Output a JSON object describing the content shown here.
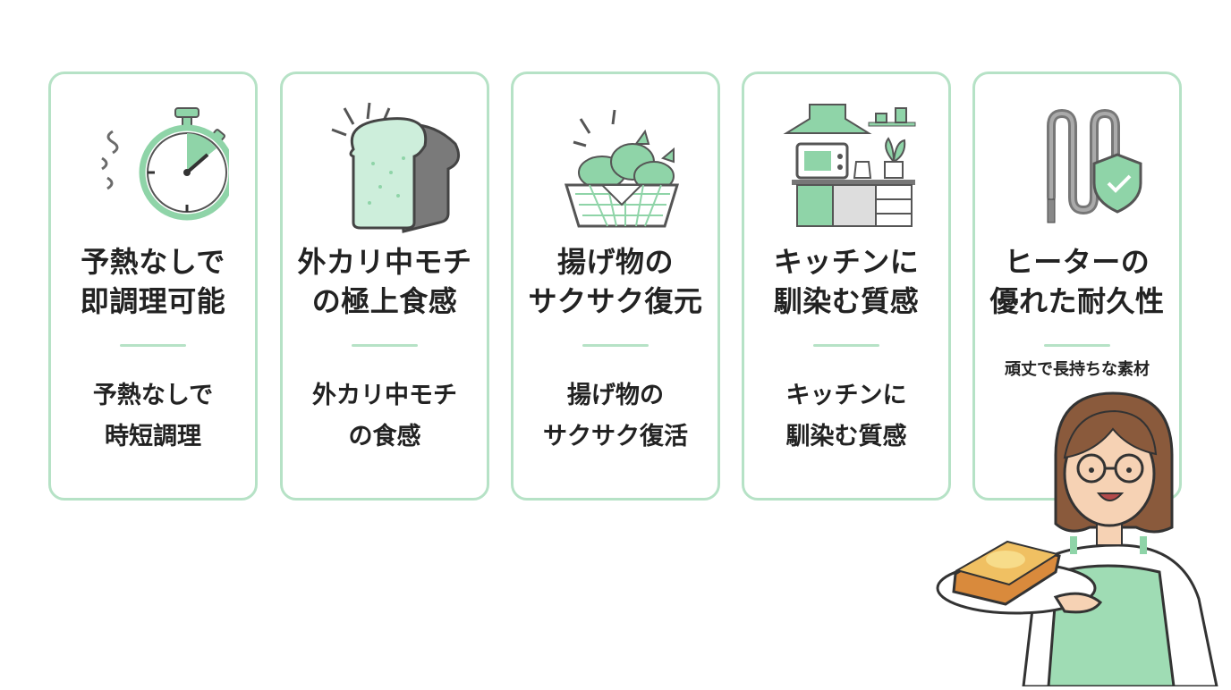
{
  "colors": {
    "accent": "#b6e2c6",
    "icon_green": "#8fd4a8",
    "icon_gray": "#6b6b6b",
    "text": "#222222"
  },
  "cards": [
    {
      "icon": "stopwatch-icon",
      "title": [
        "予熱なしで",
        "即調理可能"
      ],
      "desc": [
        "予熱なしで",
        "時短調理"
      ]
    },
    {
      "icon": "bread-icon",
      "title": [
        "外カリ中モチ",
        "の極上食感"
      ],
      "desc": [
        "外カリ中モチ",
        "の食感"
      ]
    },
    {
      "icon": "fried-food-basket-icon",
      "title": [
        "揚げ物の",
        "サクサク復元"
      ],
      "desc": [
        "揚げ物の",
        "サクサク復活"
      ]
    },
    {
      "icon": "kitchen-icon",
      "title": [
        "キッチンに",
        "馴染む質感"
      ],
      "desc": [
        "キッチンに",
        "馴染む質感"
      ]
    },
    {
      "icon": "heater-shield-icon",
      "title": [
        "ヒーターの",
        "優れた耐久性"
      ],
      "desc": [
        "頑丈で長持ちな素材"
      ]
    }
  ]
}
